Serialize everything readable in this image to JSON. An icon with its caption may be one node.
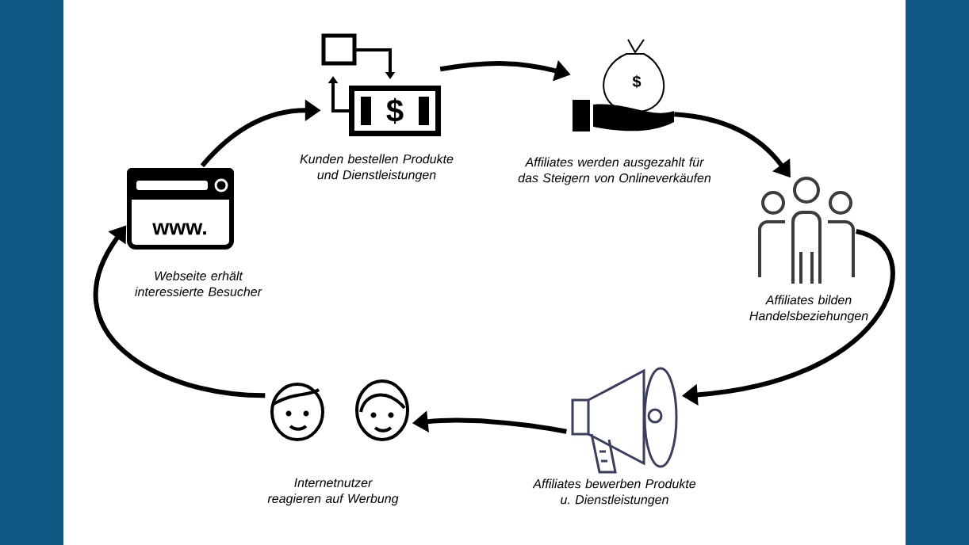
{
  "diagram": {
    "nodes": [
      {
        "text": [
          "$"
        ],
        "beside": [
          "Kunden bestellen Produkte und Dienstleistungen"
        ]
      },
      {
        "text": [
          "$"
        ],
        "beside": [
          "Affiliates werden ausgezahlt für das Steigern von Onlineverkäufen"
        ]
      },
      {
        "text": [
          "www."
        ],
        "beside": [
          "Webseite erhält interessierte Besucher"
        ]
      },
      {
        "text": [],
        "shape": "picture",
        "beside": [
          "Affiliates bilden Handelsbeziehungen"
        ]
      },
      {
        "text": [],
        "shape": "picture",
        "beside": [
          "Internetnutzer reagieren auf Werbung"
        ]
      },
      {
        "text": [],
        "shape": "picture",
        "beside": [
          "Affiliates bewerben Produkte u. Dienstleistungen"
        ]
      }
    ],
    "edges": [
      {
        "from": 2,
        "to": 0,
        "arrow": "to"
      },
      {
        "from": 0,
        "to": 1,
        "arrow": "to"
      },
      {
        "from": 1,
        "to": 3,
        "arrow": "to"
      },
      {
        "from": 3,
        "to": 5,
        "arrow": "to"
      },
      {
        "from": 5,
        "to": 4,
        "arrow": "to"
      },
      {
        "from": 4,
        "to": 2,
        "arrow": "to"
      }
    ]
  }
}
